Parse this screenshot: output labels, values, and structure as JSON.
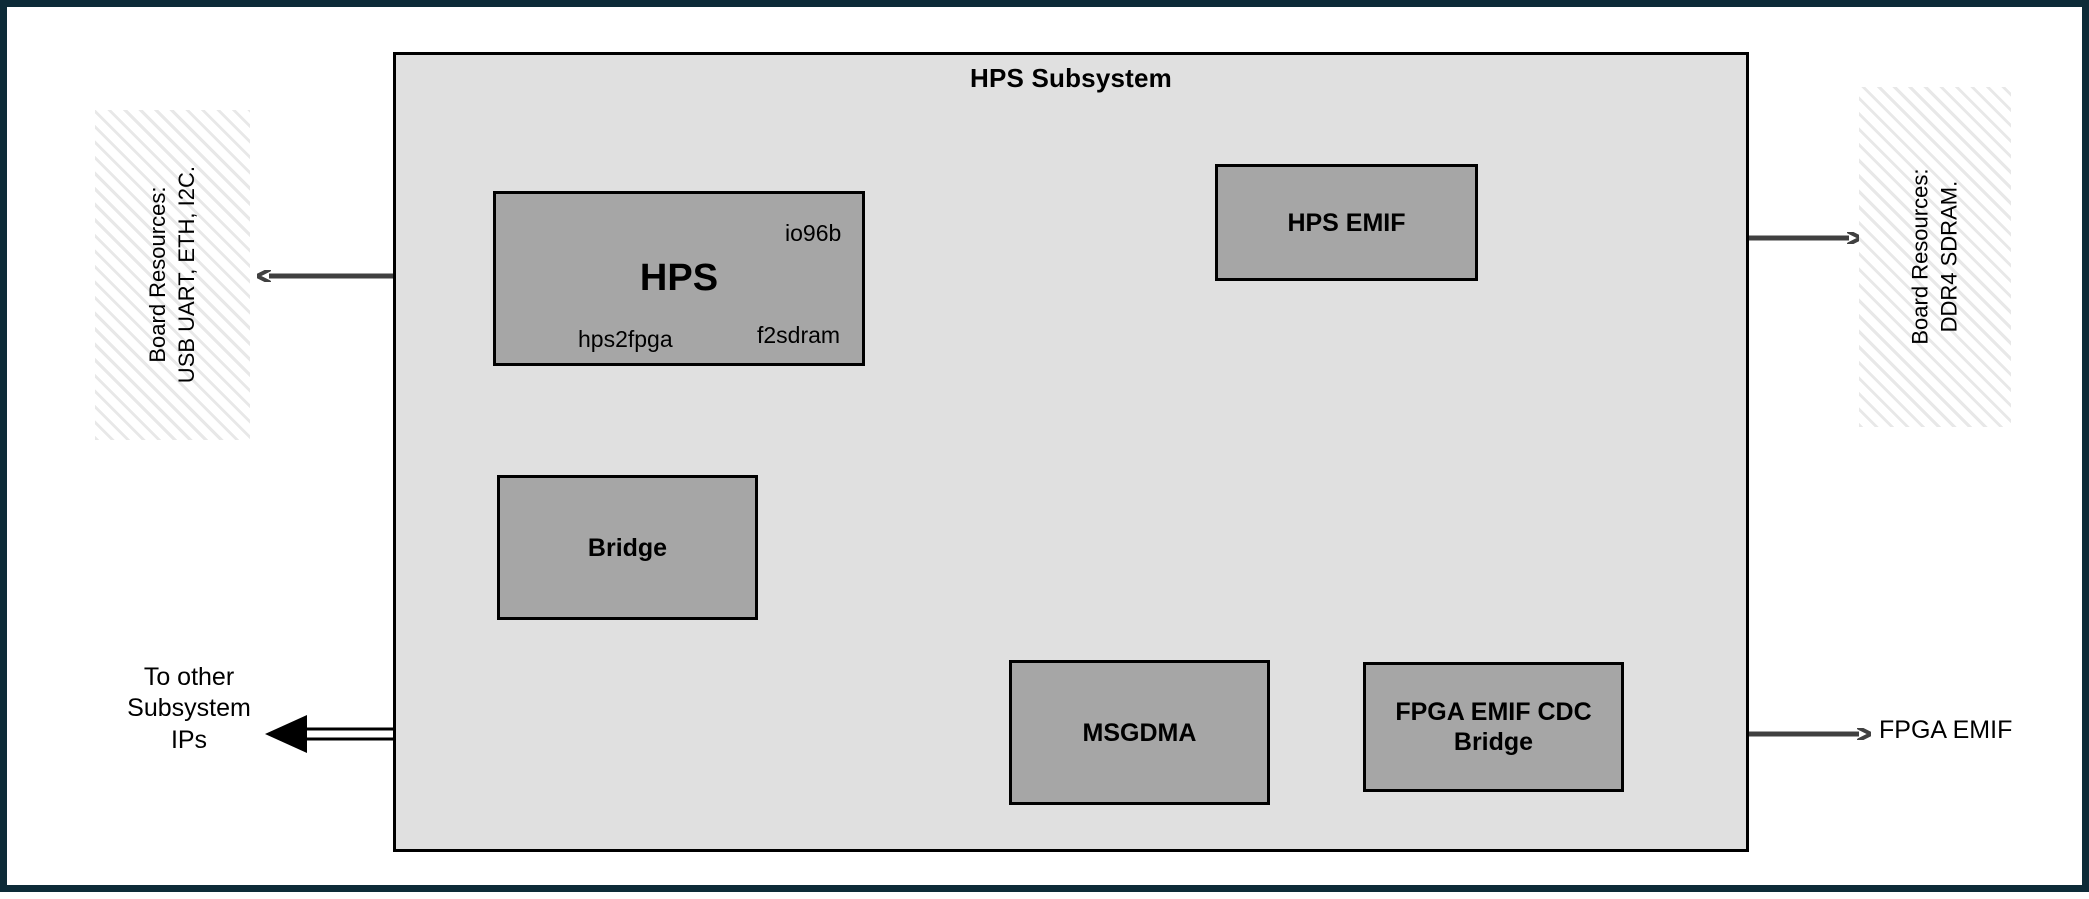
{
  "diagram": {
    "subsystem": {
      "title": "HPS Subsystem"
    },
    "blocks": [
      {
        "id": "hps",
        "label": "HPS"
      },
      {
        "id": "hps_emif",
        "label": "HPS EMIF"
      },
      {
        "id": "bridge",
        "label": "Bridge"
      },
      {
        "id": "msgdma",
        "label": "MSGDMA"
      },
      {
        "id": "fpga_cdc",
        "label": "FPGA EMIF CDC\nBridge"
      }
    ],
    "ports": {
      "io96b": "io96b",
      "f2sdram": "f2sdram",
      "hps2fpga": "hps2fpga"
    },
    "external": {
      "board_left": "Board Resources:\nUSB UART, ETH, I2C.",
      "board_right": "Board Resources:\nDDR4 SDRAM.",
      "other_subsystem_ips": "To other\nSubsystem\nIPs",
      "fpga_emif": "FPGA EMIF"
    },
    "colors": {
      "frame_border": "#0d2b38",
      "subsystem_fill": "#e0e0e0",
      "block_fill": "#a6a6a6",
      "block_border": "#000000",
      "signal_arrow": "#404040",
      "bus_arrow": "#000000",
      "canvas": "#ffffff"
    },
    "connections": [
      {
        "from": "board_left",
        "to": "hps",
        "style": "signal",
        "direction": "bidirectional"
      },
      {
        "from": "hps.io96b",
        "to": "hps_emif",
        "style": "signal",
        "direction": "bidirectional"
      },
      {
        "from": "hps_emif",
        "to": "board_right",
        "style": "signal",
        "direction": "bidirectional"
      },
      {
        "from": "hps.hps2fpga",
        "to": "bridge",
        "style": "bus",
        "direction": "bidirectional"
      },
      {
        "from": "msgdma",
        "to": "hps.f2sdram",
        "style": "bus",
        "direction": "bidirectional"
      },
      {
        "from": "other_subsystem_ips",
        "to": "msgdma",
        "style": "bus",
        "direction": "bidirectional"
      },
      {
        "from": "bus_tap",
        "to": "bridge",
        "style": "bus",
        "direction": "up"
      },
      {
        "from": "msgdma",
        "to": "fpga_cdc",
        "style": "signal",
        "direction": "bidirectional"
      },
      {
        "from": "fpga_cdc",
        "to": "fpga_emif",
        "style": "signal",
        "direction": "bidirectional"
      }
    ]
  }
}
